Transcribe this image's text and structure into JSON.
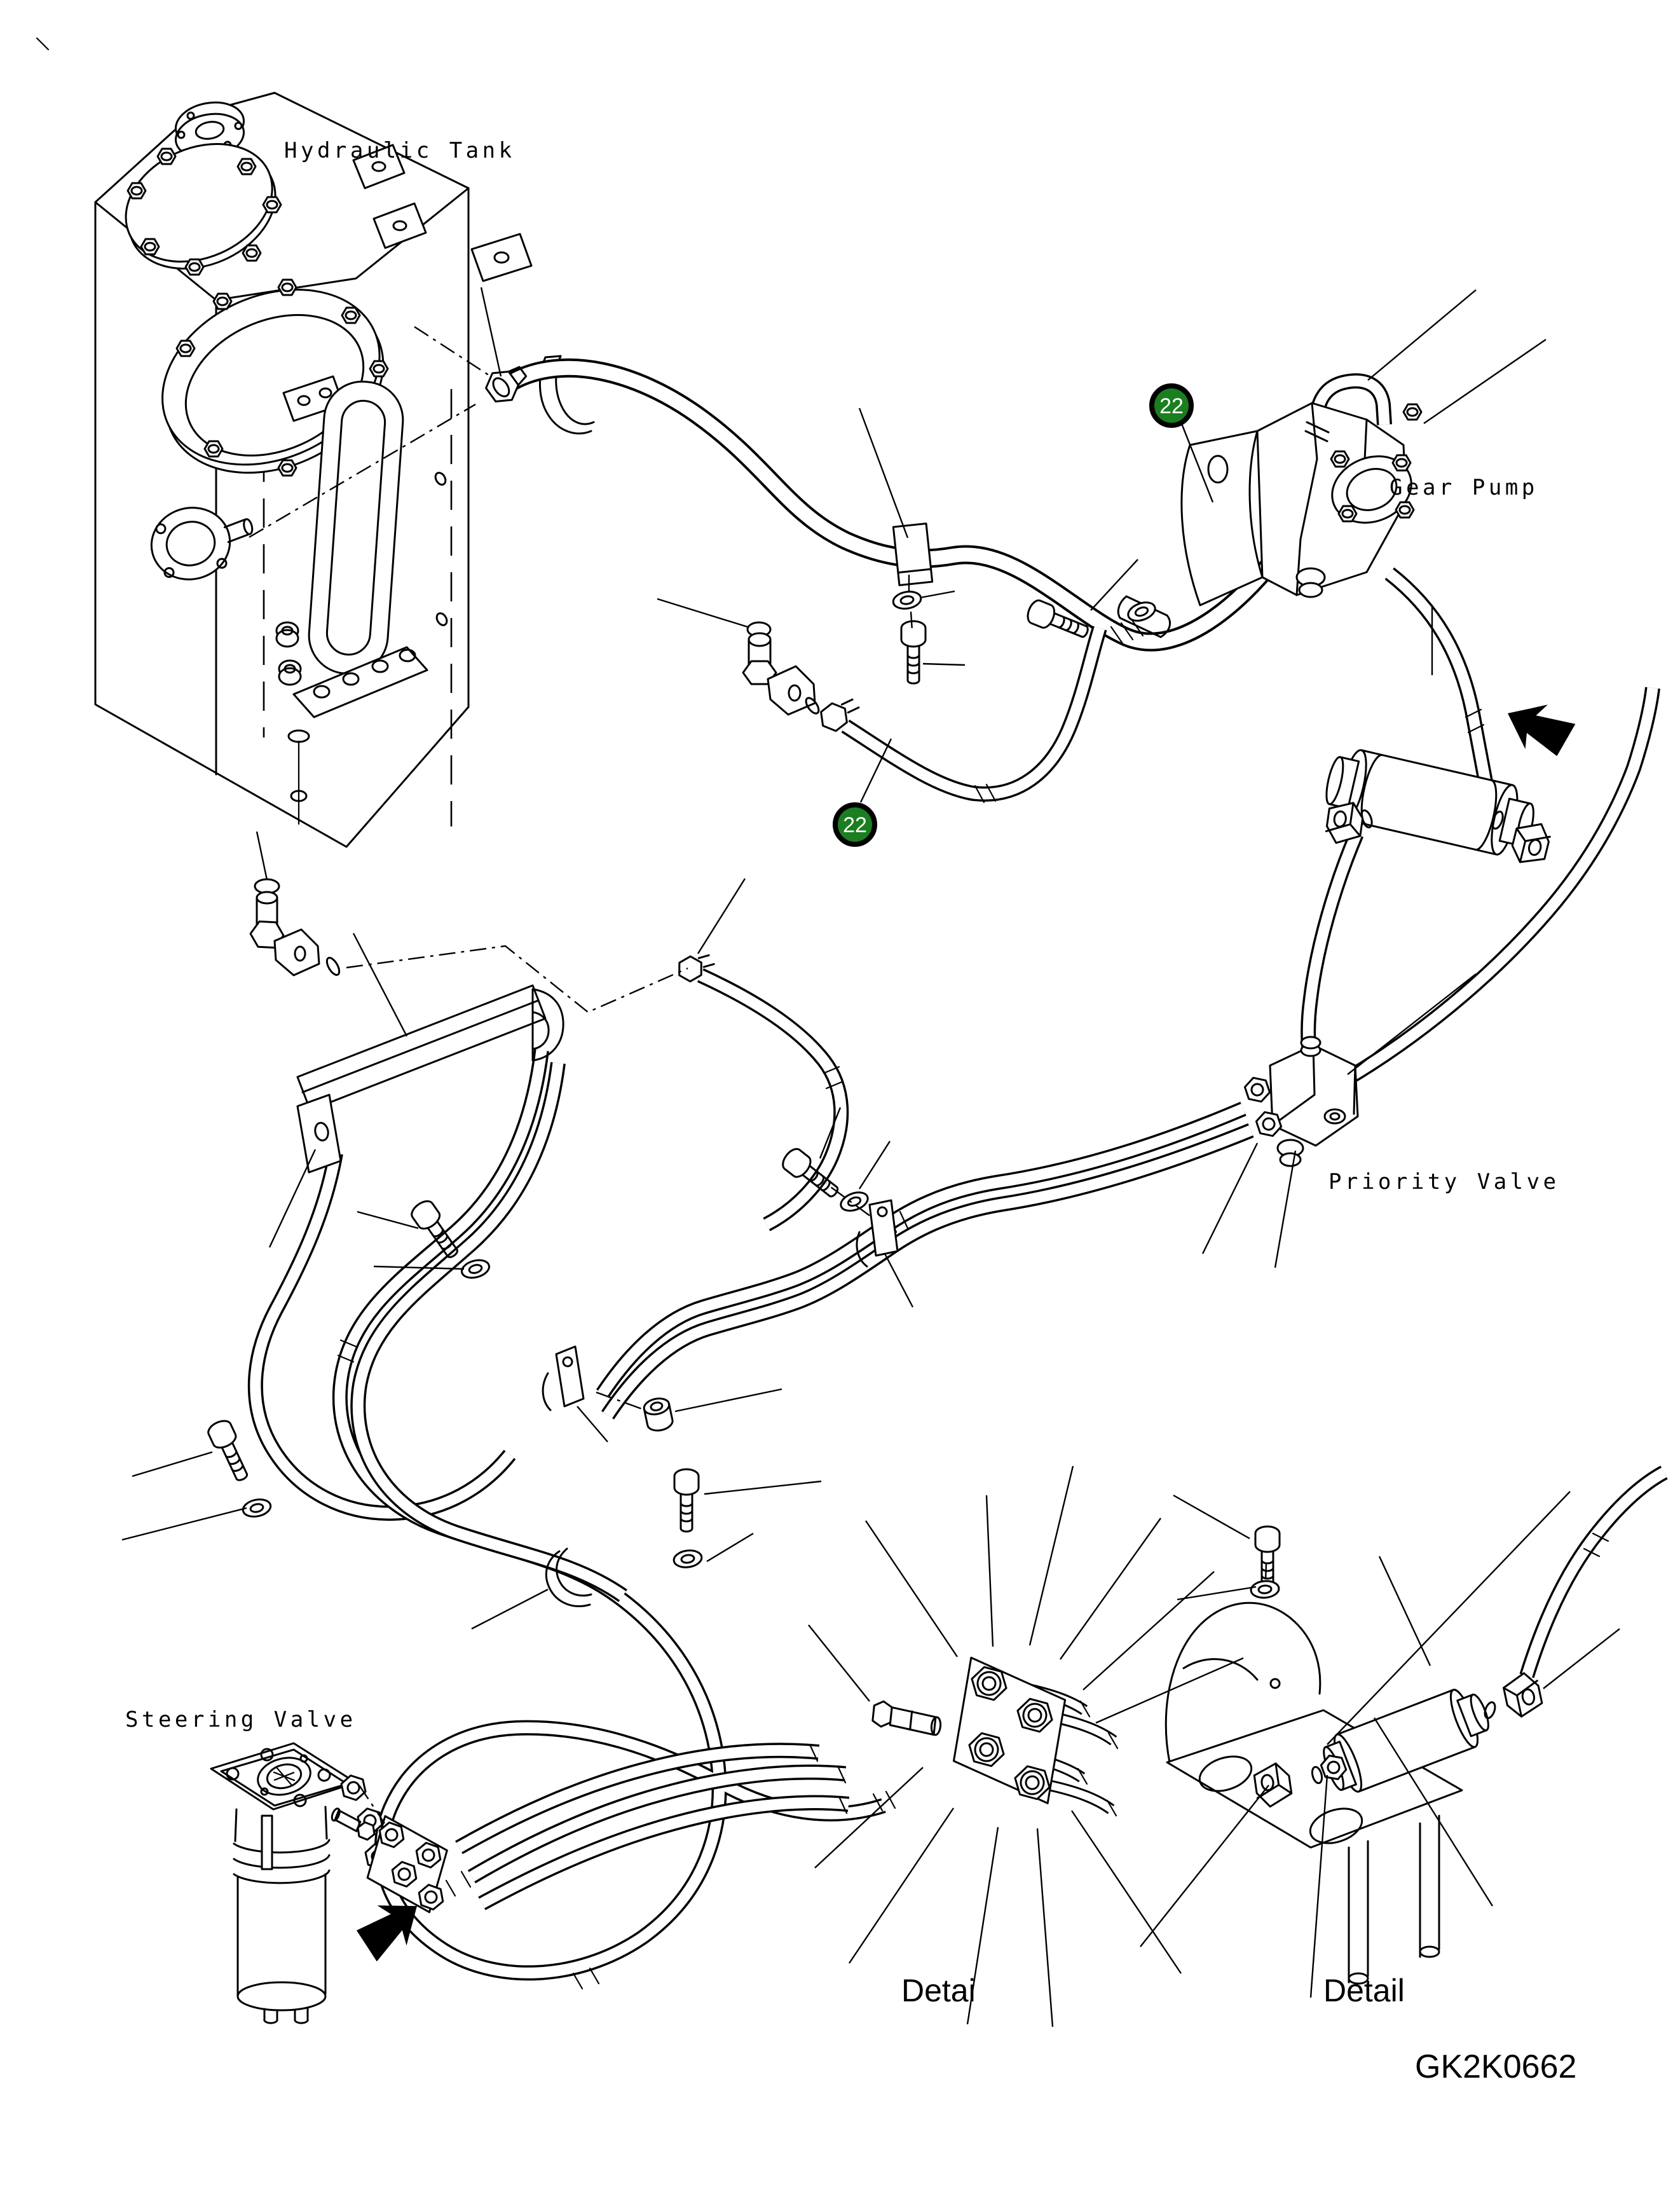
{
  "diagram": {
    "code": "GK2K0662",
    "labels": {
      "hydraulic_tank": "Hydraulic Tank",
      "gear_pump": "Gear Pump",
      "priority_valve": "Priority Valve",
      "steering_valve": "Steering Valve",
      "detail_left": "Detai",
      "detail_right": "Detail"
    },
    "callouts": [
      {
        "number": "22"
      },
      {
        "number": "22"
      }
    ],
    "colors": {
      "background": "#ffffff",
      "line": "#000000",
      "callout_fill": "#1b7e20",
      "callout_border": "#000000",
      "callout_text": "#ffffff"
    }
  }
}
